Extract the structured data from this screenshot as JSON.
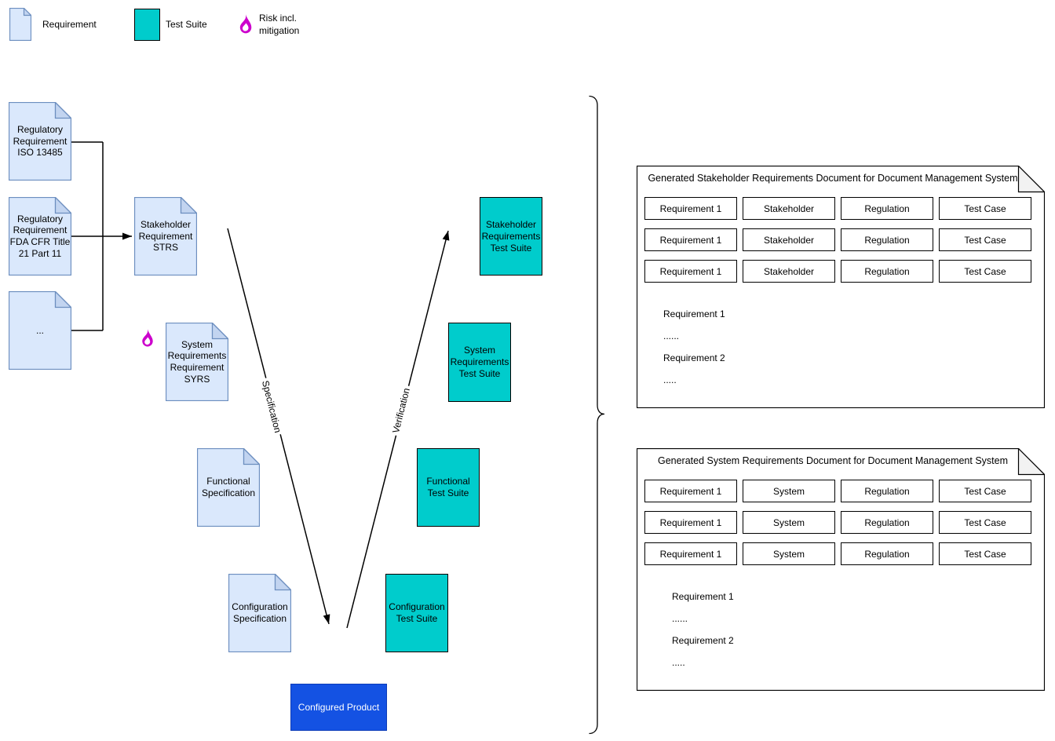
{
  "legend": {
    "requirement": "Requirement",
    "test_suite": "Test Suite",
    "risk": "Risk incl.\nmitigation"
  },
  "diagram": {
    "regulatory_iso": "Regulatory\nRequirement\nISO 13485",
    "regulatory_fda": "Regulatory\nRequirement\nFDA CFR Title\n21 Part 11",
    "regulatory_other": "...",
    "stakeholder_requirement": "Stakeholder\nRequirement\nSTRS",
    "system_requirement": "System\nRequirements\nRequirement\nSYRS",
    "functional_specification": "Functional\nSpecification",
    "configuration_specification": "Configuration\nSpecification",
    "stakeholder_test_suite": "Stakeholder\nRequirements\nTest Suite",
    "system_test_suite": "System\nRequirements\nTest Suite",
    "functional_test_suite": "Functional\nTest Suite",
    "configuration_test_suite": "Configuration\nTest Suite",
    "configured_product": "Configured Product",
    "specification_edge": "Specification",
    "verification_edge": "Verification"
  },
  "generated_docs": [
    {
      "title": "Generated Stakeholder Requirements Document for Document Management System",
      "rows": [
        [
          "Requirement 1",
          "Stakeholder",
          "Regulation",
          "Test Case"
        ],
        [
          "Requirement 1",
          "Stakeholder",
          "Regulation",
          "Test Case"
        ],
        [
          "Requirement 1",
          "Stakeholder",
          "Regulation",
          "Test Case"
        ]
      ],
      "body": [
        "Requirement 1",
        "......",
        "Requirement 2",
        "....."
      ]
    },
    {
      "title": "Generated System Requirements Document for Document Management System",
      "rows": [
        [
          "Requirement 1",
          "System",
          "Regulation",
          "Test Case"
        ],
        [
          "Requirement 1",
          "System",
          "Regulation",
          "Test Case"
        ],
        [
          "Requirement 1",
          "System",
          "Regulation",
          "Test Case"
        ]
      ],
      "body": [
        "Requirement 1",
        "......",
        "Requirement 2",
        "....."
      ]
    }
  ],
  "colors": {
    "requirement_fill": "#DAE8FC",
    "requirement_stroke": "#6C8EBF",
    "test_suite_fill": "#00CCCC",
    "risk_icon": "#CC00CC",
    "configured_product_fill": "#1452E3"
  }
}
